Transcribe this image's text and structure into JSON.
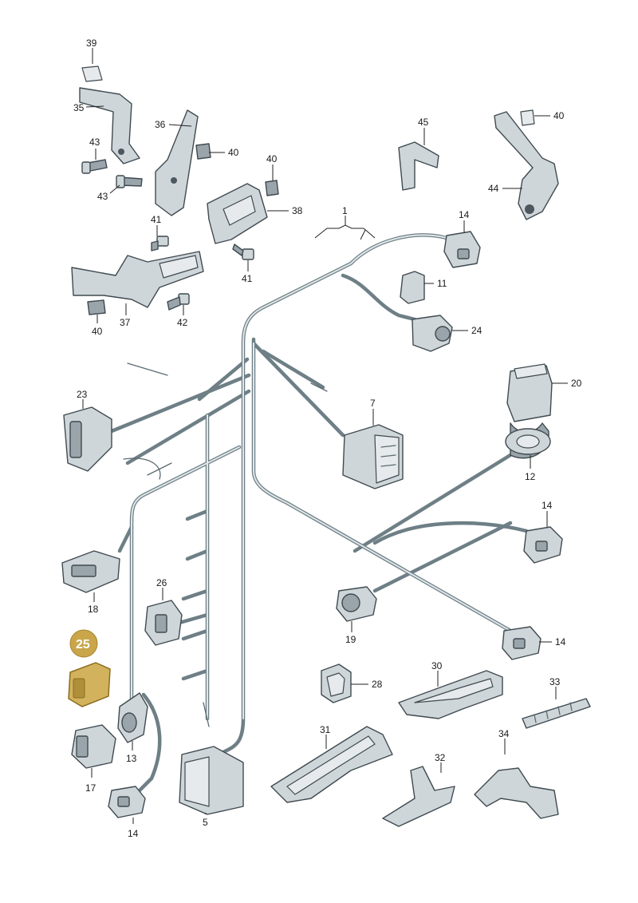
{
  "labels": {
    "p1": "1",
    "p5": "5",
    "p7": "7",
    "p11": "11",
    "p12": "12",
    "p13": "13",
    "p14a": "14",
    "p14b": "14",
    "p14c": "14",
    "p14d": "14",
    "p17": "17",
    "p18": "18",
    "p19": "19",
    "p20": "20",
    "p23": "23",
    "p24": "24",
    "p25": "25",
    "p26": "26",
    "p28": "28",
    "p30": "30",
    "p31": "31",
    "p32": "32",
    "p33": "33",
    "p34": "34",
    "p35": "35",
    "p36": "36",
    "p37": "37",
    "p38": "38",
    "p39": "39",
    "p40a": "40",
    "p40b": "40",
    "p40c": "40",
    "p40d": "40",
    "p41a": "41",
    "p41b": "41",
    "p42": "42",
    "p43a": "43",
    "p43b": "43",
    "p44": "44",
    "p45": "45"
  },
  "highlight": {
    "part": "25",
    "color": "#c9a64a"
  },
  "colors": {
    "wire": "#6e7f86",
    "part": "#cfd6da",
    "outline": "#3f4a50"
  }
}
